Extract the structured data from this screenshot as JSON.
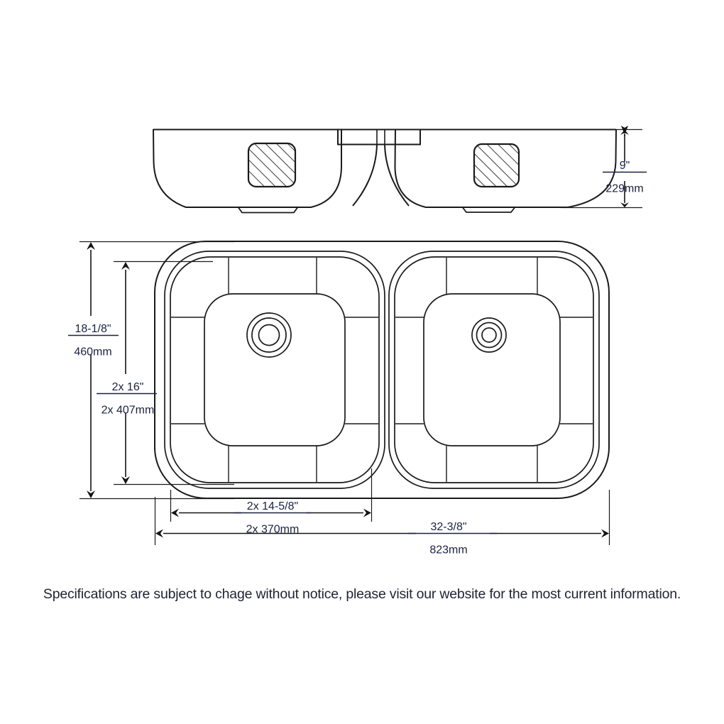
{
  "document": {
    "type": "product-specification-drawing",
    "subject": "double-bowl-undermount-kitchen-sink",
    "views": [
      {
        "name": "front-elevation",
        "label": ""
      },
      {
        "name": "top-plan",
        "label": ""
      }
    ]
  },
  "dimensions": {
    "depth": {
      "name": "bowl-depth",
      "imperial": "9\"",
      "metric": "229mm",
      "view": "front-elevation",
      "orientation": "vertical"
    },
    "overall_front_to_back": {
      "name": "overall-front-to-back",
      "imperial": "18-1/8\"",
      "metric": "460mm",
      "view": "top-plan",
      "orientation": "vertical"
    },
    "bowl_front_to_back": {
      "name": "bowl-front-to-back",
      "imperial": "2x 16\"",
      "metric": "2x 407mm",
      "view": "top-plan",
      "orientation": "vertical"
    },
    "bowl_width": {
      "name": "bowl-width",
      "imperial": "2x 14-5/8\"",
      "metric": "2x 370mm",
      "view": "top-plan",
      "orientation": "horizontal"
    },
    "overall_width": {
      "name": "overall-width",
      "imperial": "32-3/8\"",
      "metric": "823mm",
      "view": "top-plan",
      "orientation": "horizontal"
    }
  },
  "features": {
    "drain_count": 2,
    "sound_pad_count": 2,
    "bowl_count": 2
  },
  "footer": {
    "disclaimer": "Specifications are subject to chage without notice, please visit our website for the most current information."
  },
  "colors": {
    "line": "#1a1a1a",
    "text": "#1b2140",
    "background": "#ffffff"
  }
}
